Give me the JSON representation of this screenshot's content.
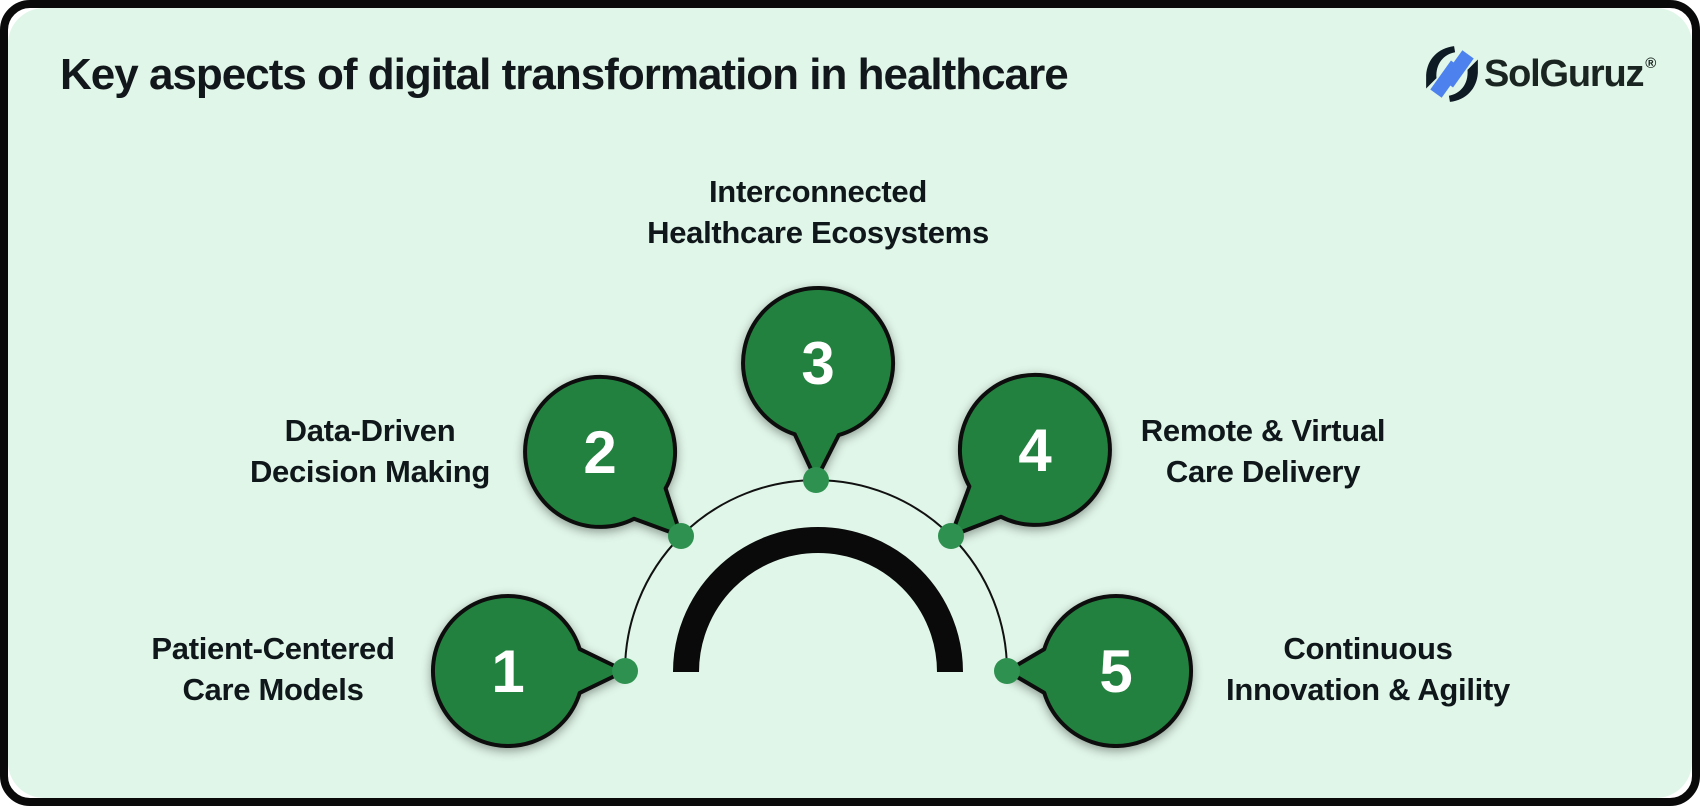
{
  "header": {
    "title": "Key aspects of digital transformation in healthcare",
    "brand": {
      "name": "SolGuruz",
      "registered": "®"
    }
  },
  "diagram": {
    "description": "Five numbered speech-bubble markers arranged on a semicircular arc around a black gauge arc",
    "items": [
      {
        "number": "1",
        "label": [
          "Patient-Centered",
          "Care Models"
        ]
      },
      {
        "number": "2",
        "label": [
          "Data-Driven",
          "Decision Making"
        ]
      },
      {
        "number": "3",
        "label": [
          "Interconnected",
          "Healthcare Ecosystems"
        ]
      },
      {
        "number": "4",
        "label": [
          "Remote & Virtual",
          "Care Delivery"
        ]
      },
      {
        "number": "5",
        "label": [
          "Continuous",
          "Innovation & Agility"
        ]
      }
    ]
  },
  "colors": {
    "card_background": "#e0f6e8",
    "card_border": "#0a0a0a",
    "bubble_green": "#23813F",
    "dot_green": "#2E9150",
    "outline_black": "#0d0d0d",
    "number_text": "#ffffff",
    "brand_blue": "#4d82ee",
    "brand_black": "#0e1b24"
  }
}
